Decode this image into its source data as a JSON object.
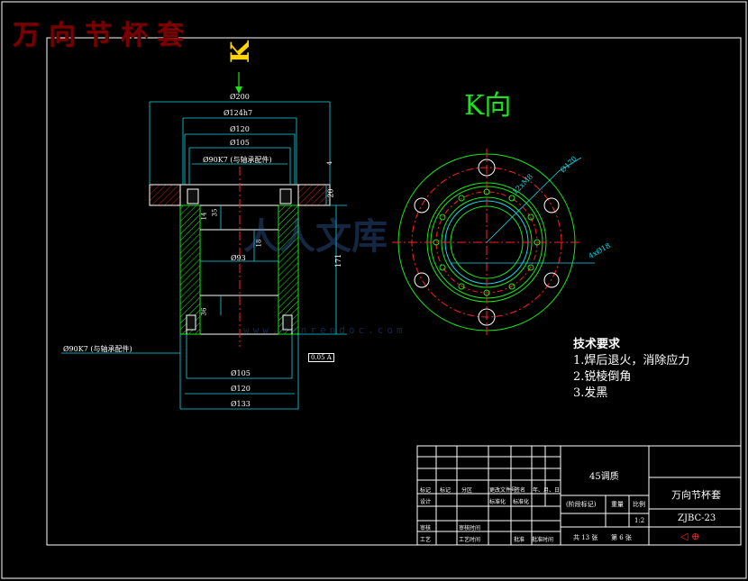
{
  "brand_title": "万向节杯套",
  "view_k_label": "K向",
  "direction_k": "K",
  "left_view": {
    "dims_top": [
      "Ø200",
      "Ø124h7",
      "Ø120",
      "Ø105",
      "Ø90K7 (与轴承配件)"
    ],
    "dims_bottom": [
      "Ø105",
      "Ø120",
      "Ø133"
    ],
    "inner_dim": "Ø93",
    "bearing_note_left": "Ø90K7 (与轴承配件)",
    "height_dims": [
      "20",
      "171",
      "4"
    ],
    "small_dims": [
      "35",
      "14",
      "18",
      "36"
    ],
    "callout": "0.05 A"
  },
  "right_view": {
    "dims": [
      "Ø170",
      "12xM8",
      "4xØ18"
    ]
  },
  "tech_requirements": {
    "title": "技术要求",
    "items": [
      "1.焊后退火，消除应力",
      "2.锐棱倒角",
      "3.发黑"
    ]
  },
  "title_block": {
    "material": "45调质",
    "part_name": "万向节杯套",
    "drawing_no": "ZJBC-23",
    "scale_label": "比例",
    "scale": "1:2",
    "weight_label": "重量",
    "stage_label": "(阶段标记)",
    "sheets": "共 13 张",
    "sheet_no": "第 6 张",
    "row_headers": [
      "标记",
      "标记",
      "分区",
      "更改文件号",
      "签名",
      "年、月、日"
    ],
    "design": "设计",
    "standardize": "标准化",
    "standardize2": "标准化",
    "review": "审核",
    "process": "工艺",
    "approve": "批准",
    "approve_date": "批准时间",
    "review_date": "审核时间",
    "process_date": "工艺时间"
  },
  "watermark": {
    "text": "人人文库",
    "url": "www.renrendoc.com"
  },
  "colors": {
    "green": "#19e619",
    "cyan": "#14d7e6",
    "red": "#ff2020",
    "yellow": "#ffd400",
    "white": "#ffffff",
    "brand": "#7a0000"
  }
}
